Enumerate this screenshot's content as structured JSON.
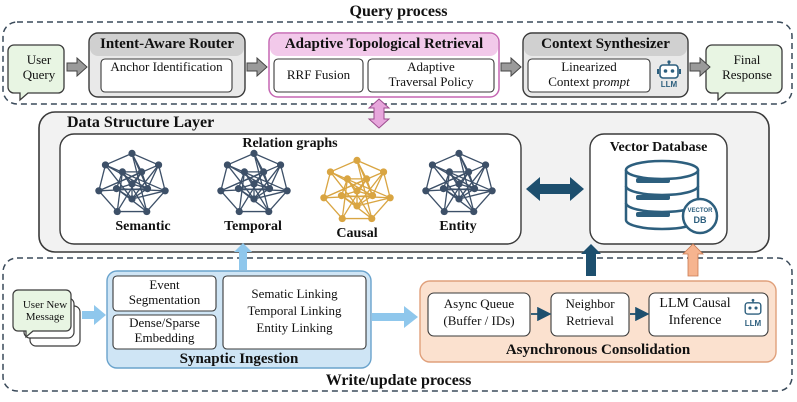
{
  "query_section": {
    "title": "Query process",
    "user_query": "User Query",
    "router": {
      "title": "Intent-Aware Router",
      "item": "Anchor Identification"
    },
    "retrieval": {
      "title": "Adaptive Topological Retrieval",
      "item1": "RRF Fusion",
      "item2_line1": "Adaptive",
      "item2_line2": "Traversal Policy"
    },
    "synth": {
      "title": "Context Synthesizer",
      "item_line1": "Linearized",
      "item_line2_a": "Context p",
      "item_line2_b": "rompt"
    },
    "final": "Final Response"
  },
  "data_layer": {
    "title": "Data Structure Layer",
    "relation_graphs": "Relation graphs",
    "graphs": [
      {
        "label": "Semantic",
        "color": "#3d5068"
      },
      {
        "label": "Temporal",
        "color": "#3d5068"
      },
      {
        "label": "Causal",
        "color": "#d9a542"
      },
      {
        "label": "Entity",
        "color": "#3d5068"
      }
    ],
    "vector_db": {
      "title": "Vector Database",
      "badge_line1": "VECTOR",
      "badge_line2": "DB"
    }
  },
  "write_section": {
    "title": "Write/update process",
    "message": "User New Message",
    "ingestion": {
      "title": "Synaptic Ingestion",
      "event": "Event Segmentation",
      "embed": "Dense/Sparse Embedding",
      "linking": [
        "Sematic Linking",
        "Temporal Linking",
        "Entity Linking"
      ]
    },
    "consolidation": {
      "title": "Asynchronous Consolidation",
      "queue_line1": "Async Queue",
      "queue_line2": "(Buffer / IDs)",
      "neighbor_line1": "Neighbor",
      "neighbor_line2": "Retrieval",
      "llm_line1": "LLM Causal",
      "llm_line2": "Inference"
    }
  },
  "llm_badge": "LLM",
  "colors": {
    "router_header": "#d0d0d0",
    "retrieval_header": "#f2c9ea",
    "retrieval_border": "#c567b3",
    "ingestion_fill": "#cfe5f5",
    "ingestion_border": "#6aa3cc",
    "consolidation_fill": "#fbe1cf",
    "consolidation_border": "#e0a07b",
    "green_bubble": "#e8f5e3",
    "dark_arrow": "#1d4f6e",
    "light_arrow": "#8fc7ec",
    "peach_arrow": "#f6b48f"
  }
}
